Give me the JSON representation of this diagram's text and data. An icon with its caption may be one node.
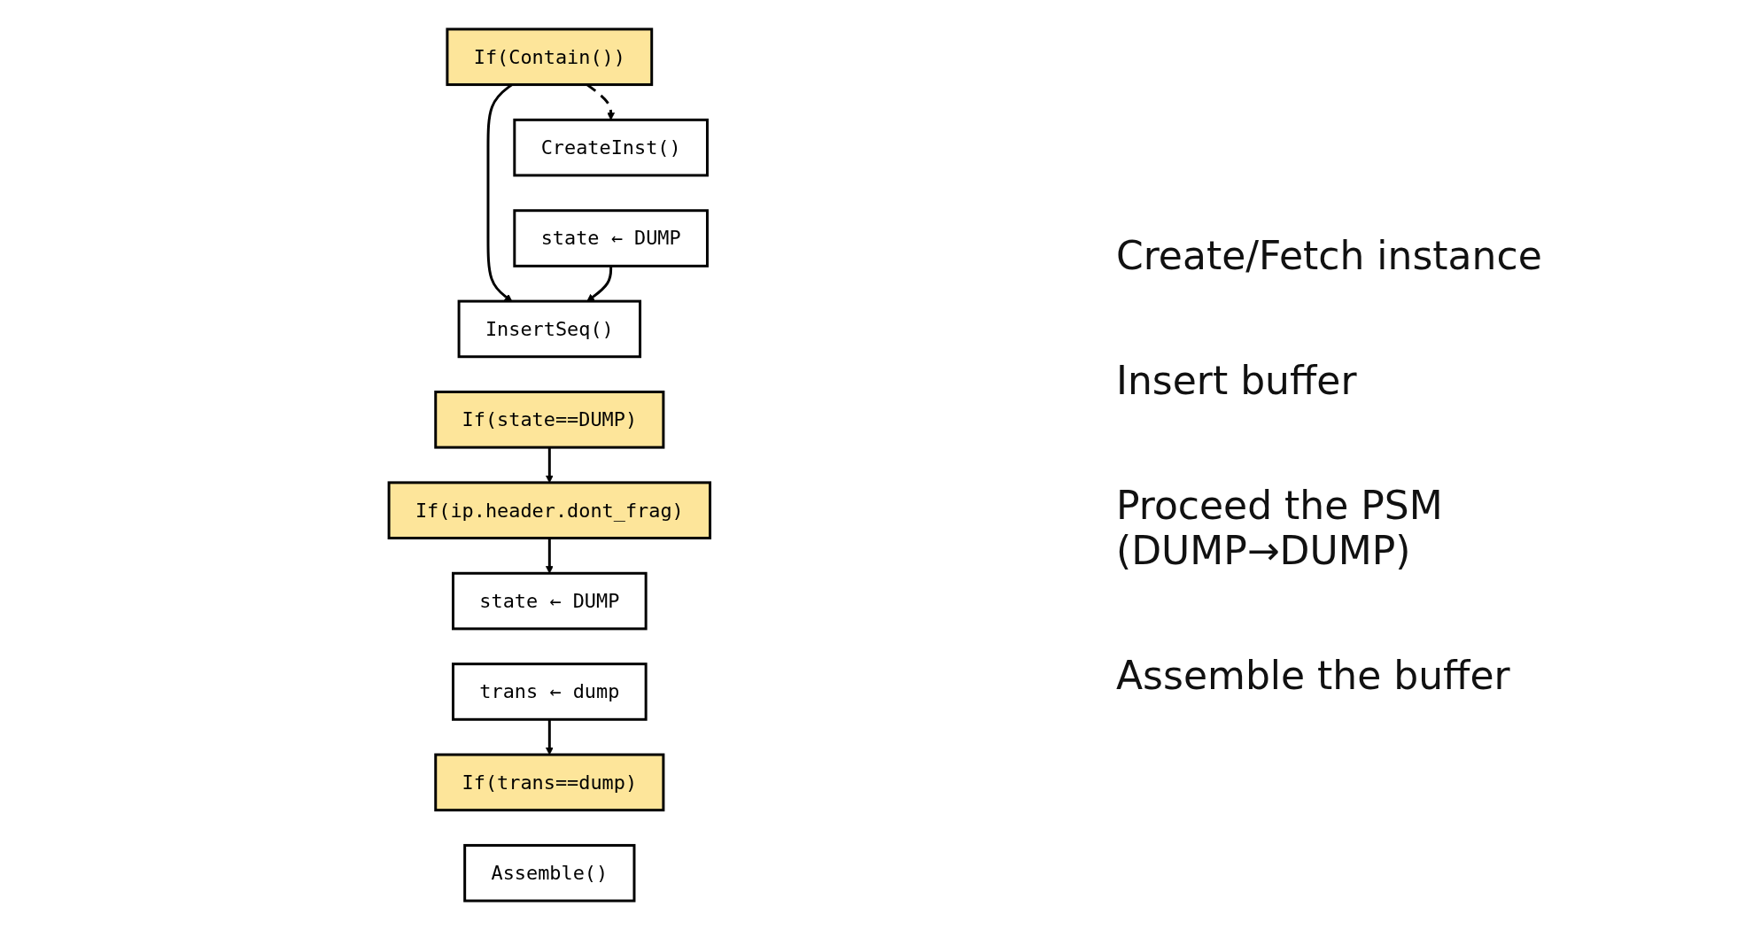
{
  "diagram": {
    "nodes": [
      {
        "text": [
          "If(Contain())"
        ]
      },
      {
        "text": [
          "CreateInst()"
        ]
      },
      {
        "text": [
          "state ← DUMP"
        ]
      },
      {
        "text": [
          "InsertSeq()"
        ]
      },
      {
        "text": [
          "If(state==DUMP)"
        ]
      },
      {
        "text": [
          "If(ip.header.dont_frag)"
        ]
      },
      {
        "text": [
          "state ← DUMP"
        ]
      },
      {
        "text": [
          "trans ← dump"
        ]
      },
      {
        "text": [
          "If(trans==dump)"
        ]
      },
      {
        "text": [
          "Assemble()"
        ]
      }
    ],
    "edges": [
      {
        "from": 0,
        "to": 1,
        "arrow": "to",
        "style": "dashed"
      },
      {
        "from": 0,
        "to": 3,
        "arrow": "to"
      },
      {
        "from": 2,
        "to": 3,
        "arrow": "to"
      },
      {
        "from": 4,
        "to": 5,
        "arrow": "to"
      },
      {
        "from": 5,
        "to": 6,
        "arrow": "to"
      },
      {
        "from": 7,
        "to": 8,
        "arrow": "to"
      }
    ],
    "labels": [
      "Create/Fetch instance",
      "Insert buffer",
      "Proceed the PSM (DUMP→DUMP)",
      "Assemble the buffer"
    ]
  }
}
